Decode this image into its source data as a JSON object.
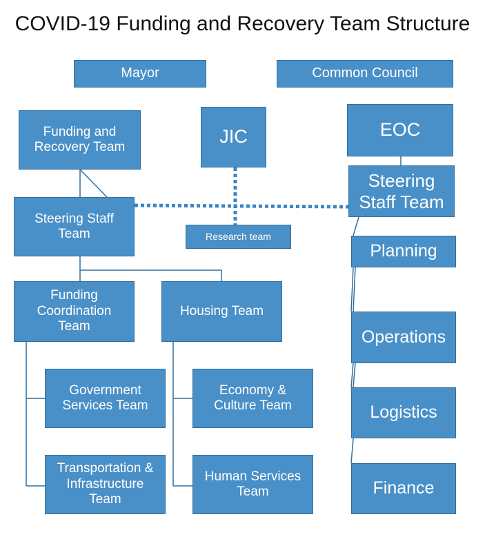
{
  "title": "COVID-19 Funding and Recovery Team Structure",
  "colors": {
    "box_fill": "#4a90c8",
    "box_border": "#2f6f9f",
    "line": "#2f6f9f",
    "dotted_line": "#3a86c6",
    "text": "#ffffff"
  },
  "boxes": {
    "mayor": "Mayor",
    "common_council": "Common Council",
    "funding_recovery_team": "Funding and\nRecovery Team",
    "jic": "JIC",
    "eoc": "EOC",
    "steering_staff_team_right": "Steering\nStaff Team",
    "steering_staff_team_left": "Steering Staff\nTeam",
    "research_team": "Research team",
    "planning": "Planning",
    "funding_coordination_team": "Funding\nCoordination\nTeam",
    "housing_team": "Housing Team",
    "operations": "Operations",
    "government_services_team": "Government\nServices Team",
    "economy_culture_team": "Economy &\nCulture Team",
    "logistics": "Logistics",
    "transportation_infrastructure_team": "Transportation &\nInfrastructure\nTeam",
    "human_services_team": "Human Services\nTeam",
    "finance": "Finance"
  }
}
